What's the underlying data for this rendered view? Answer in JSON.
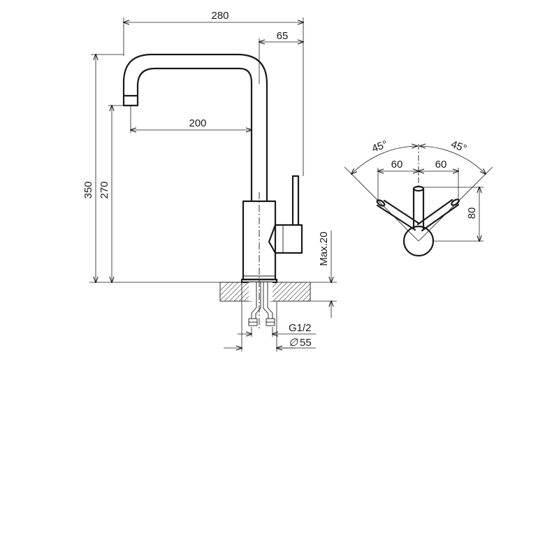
{
  "dimensions": {
    "overall_reach": "280",
    "spout_offset": "65",
    "spout_reach": "200",
    "overall_height": "350",
    "spout_height": "270",
    "max_thickness": "Max.20",
    "thread": "G1/2",
    "base_diameter": "55",
    "base_diameter_symbol": "∅"
  },
  "handle_detail": {
    "angle_left": "45°",
    "angle_right": "45°",
    "offset_left": "60",
    "offset_right": "60",
    "height": "80"
  },
  "colors": {
    "line": "#1a1a1a",
    "hatch": "#555555"
  }
}
